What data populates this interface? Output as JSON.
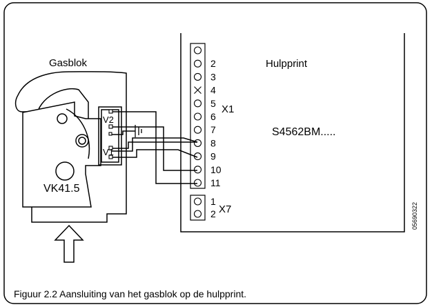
{
  "labels": {
    "gasblok": "Gasblok",
    "hulpprint": "Hulpprint",
    "model_gas": "VK41.5",
    "model_print": "S4562BM.....",
    "x1": "X1",
    "x7": "X7",
    "v1": "V1",
    "v2": "V2",
    "doc_code": "05690322",
    "caption": "Figuur 2.2  Aansluiting van het gasblok op de hulpprint."
  },
  "x1_pins": [
    "",
    "2",
    "3",
    "4",
    "5",
    "6",
    "7",
    "8",
    "9",
    "10",
    "11"
  ],
  "x1_pin_types": [
    "circle",
    "circle",
    "circle",
    "cross",
    "circle",
    "circle",
    "circle",
    "circle",
    "circle",
    "circle",
    "circle"
  ],
  "x7_pins": [
    "1",
    "2"
  ],
  "connections": [
    {
      "from": "V2-top",
      "to_pin": "11"
    },
    {
      "from": "V2-bottom",
      "to_pin": "10"
    },
    {
      "from": "earth",
      "to_pin": "8"
    },
    {
      "from": "V1-top",
      "to_pin": "8"
    },
    {
      "from": "V1-bottom",
      "to_pin": "9"
    }
  ]
}
